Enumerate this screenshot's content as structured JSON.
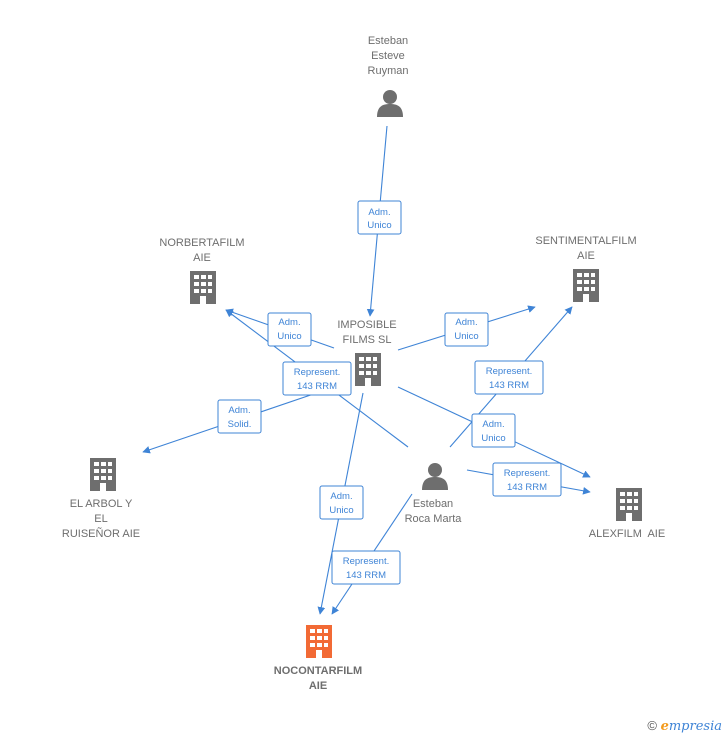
{
  "colors": {
    "edge": "#3f84d6",
    "node": "#6e6e6e",
    "highlight": "#f26a35"
  },
  "nodes": {
    "esteban_esteve": {
      "label": [
        "Esteban",
        "Esteve",
        "Ruyman"
      ],
      "icon": "person-icon"
    },
    "norbertafilm": {
      "label": [
        "NORBERTAFILM",
        "AIE"
      ],
      "icon": "building-icon"
    },
    "sentimentalfilm": {
      "label": [
        "SENTIMENTALFILM",
        "AIE"
      ],
      "icon": "building-icon"
    },
    "imposible": {
      "label": [
        "IMPOSIBLE",
        "FILMS SL"
      ],
      "icon": "building-icon"
    },
    "el_arbol": {
      "label": [
        "EL ARBOL Y",
        "EL",
        "RUISEÑOR AIE"
      ],
      "icon": "building-icon"
    },
    "esteban_roca": {
      "label": [
        "Esteban",
        "Roca Marta"
      ],
      "icon": "person-icon"
    },
    "alexfilm": {
      "label": [
        "ALEXFILM  AIE"
      ],
      "icon": "building-icon"
    },
    "nocontarfilm": {
      "label": [
        "NOCONTARFILM",
        "AIE"
      ],
      "icon": "building-icon-highlighted"
    }
  },
  "edges": [
    {
      "label": [
        "Adm.",
        "Unico"
      ]
    },
    {
      "label": [
        "Adm.",
        "Unico"
      ]
    },
    {
      "label": [
        "Adm.",
        "Unico"
      ]
    },
    {
      "label": [
        "Represent.",
        "143 RRM"
      ]
    },
    {
      "label": [
        "Represent.",
        "143 RRM"
      ]
    },
    {
      "label": [
        "Adm.",
        "Solid."
      ]
    },
    {
      "label": [
        "Adm.",
        "Unico"
      ]
    },
    {
      "label": [
        "Represent.",
        "143 RRM"
      ]
    },
    {
      "label": [
        "Adm.",
        "Unico"
      ]
    },
    {
      "label": [
        "Represent.",
        "143 RRM"
      ]
    }
  ],
  "footer": {
    "copyright": "©",
    "brand_initial": "e",
    "brand_rest": "mpresia"
  }
}
